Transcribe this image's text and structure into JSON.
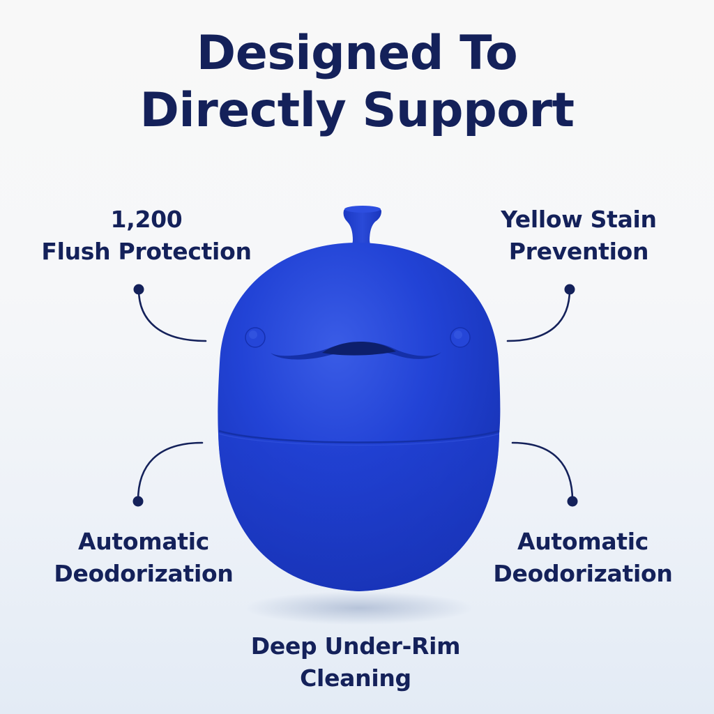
{
  "header": {
    "title_line1": "Designed To",
    "title_line2": "Directly Support"
  },
  "features": {
    "top_left": {
      "line1": "1,200",
      "line2": "Flush Protection"
    },
    "top_right": {
      "line1": "Yellow Stain",
      "line2": "Prevention"
    },
    "bottom_left": {
      "line1": "Automatic",
      "line2": "Deodorization"
    },
    "bottom_right": {
      "line1": "Automatic",
      "line2": "Deodorization"
    },
    "bottom": {
      "line1": "Deep Under-Rim",
      "line2": "Cleaning"
    }
  },
  "product": {
    "icon": "whale-toilet-cleaner",
    "color": "#1e3ccf"
  },
  "colors": {
    "text": "#14215a",
    "product": "#1e3ccf",
    "background_top": "#f8f8f8",
    "background_bottom": "#e3ebf5"
  }
}
